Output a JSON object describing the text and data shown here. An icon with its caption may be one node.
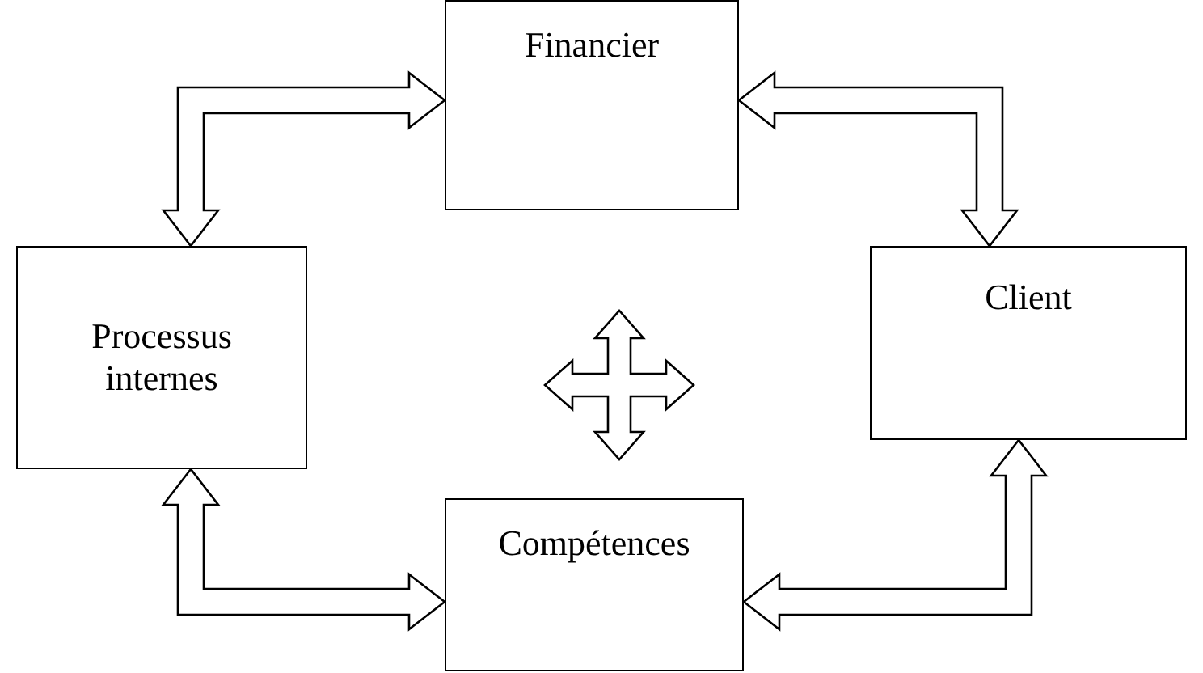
{
  "diagram": {
    "nodes": [
      {
        "text": [
          "Financier"
        ]
      },
      {
        "text": [
          "Processus internes"
        ]
      },
      {
        "text": [
          "Client"
        ]
      },
      {
        "text": [
          "Compétences"
        ]
      }
    ],
    "edges": [
      {
        "from": 1,
        "to": 0,
        "arrow": "both"
      },
      {
        "from": 0,
        "to": 2,
        "arrow": "both"
      },
      {
        "from": 2,
        "to": 3,
        "arrow": "both"
      },
      {
        "from": 1,
        "to": 3,
        "arrow": "both"
      }
    ]
  }
}
